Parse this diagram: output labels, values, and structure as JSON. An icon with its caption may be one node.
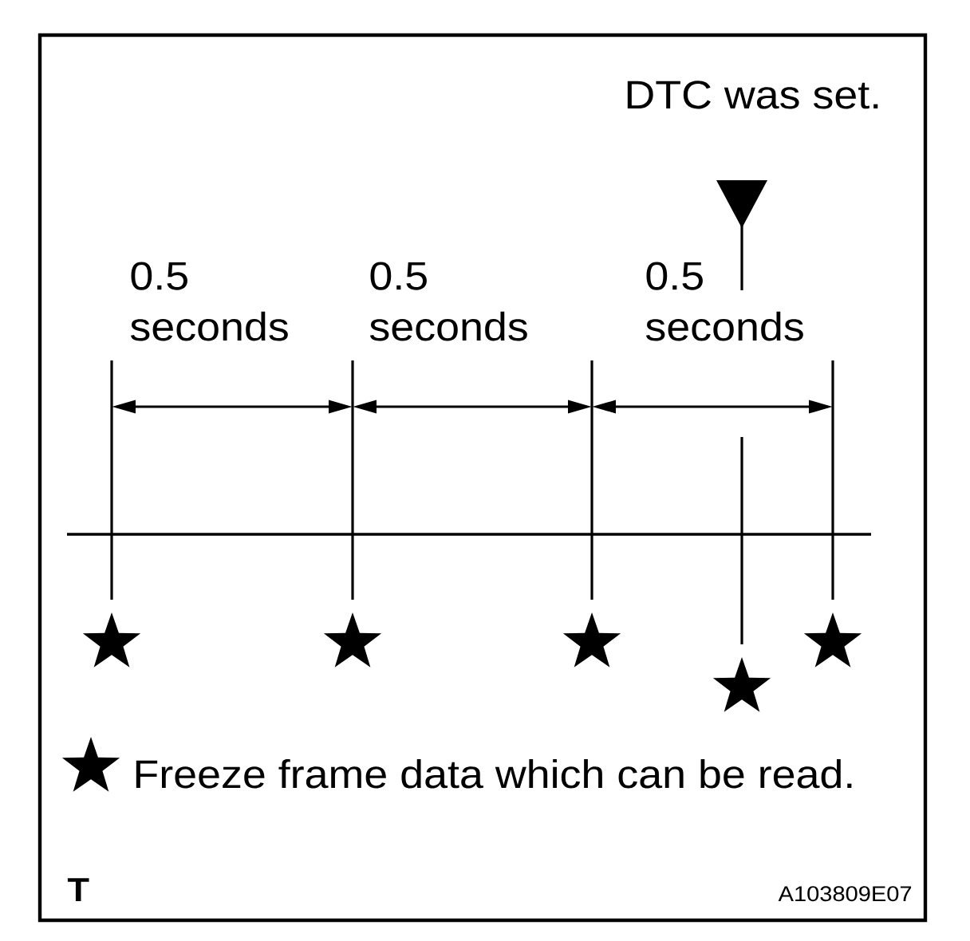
{
  "diagram": {
    "labels": [
      "DTC was set.",
      "0.5 seconds",
      "0.5 seconds",
      "0.5 seconds",
      "T",
      "A103809E07"
    ],
    "legend": [
      {
        "text": "Freeze frame data which can be read."
      }
    ]
  }
}
